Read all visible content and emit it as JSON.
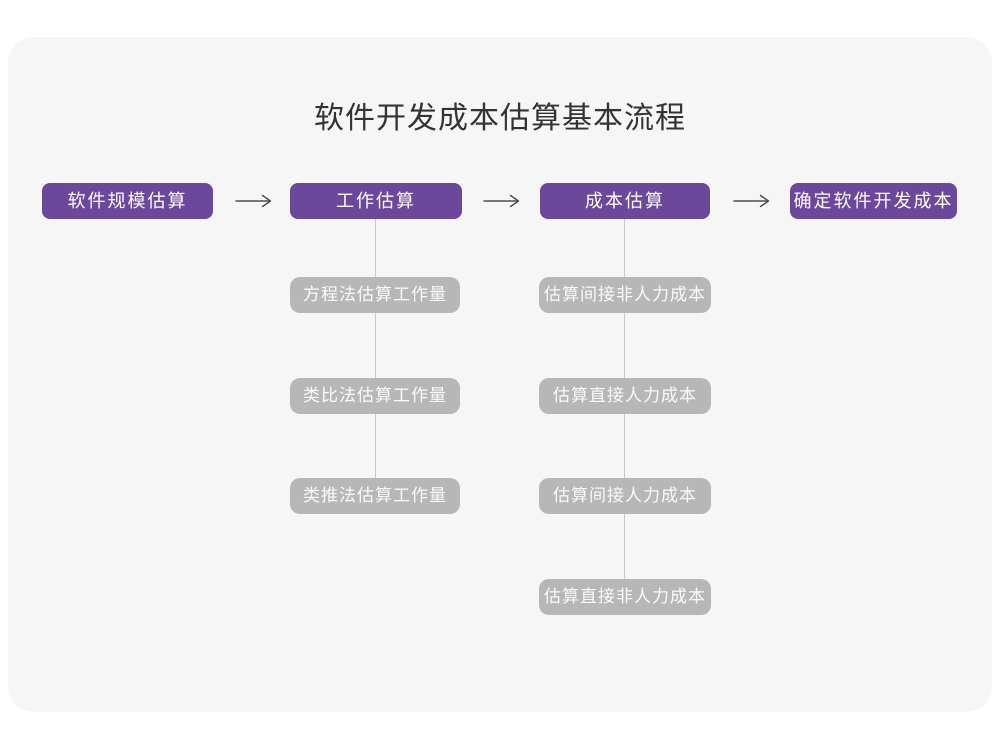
{
  "title": "软件开发成本估算基本流程",
  "colors": {
    "stage_box": "#6c489c",
    "stage_text": "#ffffff",
    "sub_box": "#b7b7b7",
    "sub_text": "#fafafa",
    "card_background": "#f6f6f7",
    "connector_line": "#c9c9c9",
    "arrow": "#4d4d4d",
    "title_text": "#333333"
  },
  "flow": {
    "stages": [
      {
        "label": "软件规模估算"
      },
      {
        "label": "工作估算",
        "substeps": [
          "方程法估算工作量",
          "类比法估算工作量",
          "类推法估算工作量"
        ]
      },
      {
        "label": "成本估算",
        "substeps": [
          "估算间接非人力成本",
          "估算直接人力成本",
          "估算间接人力成本",
          "估算直接非人力成本"
        ]
      },
      {
        "label": "确定软件开发成本"
      }
    ]
  }
}
